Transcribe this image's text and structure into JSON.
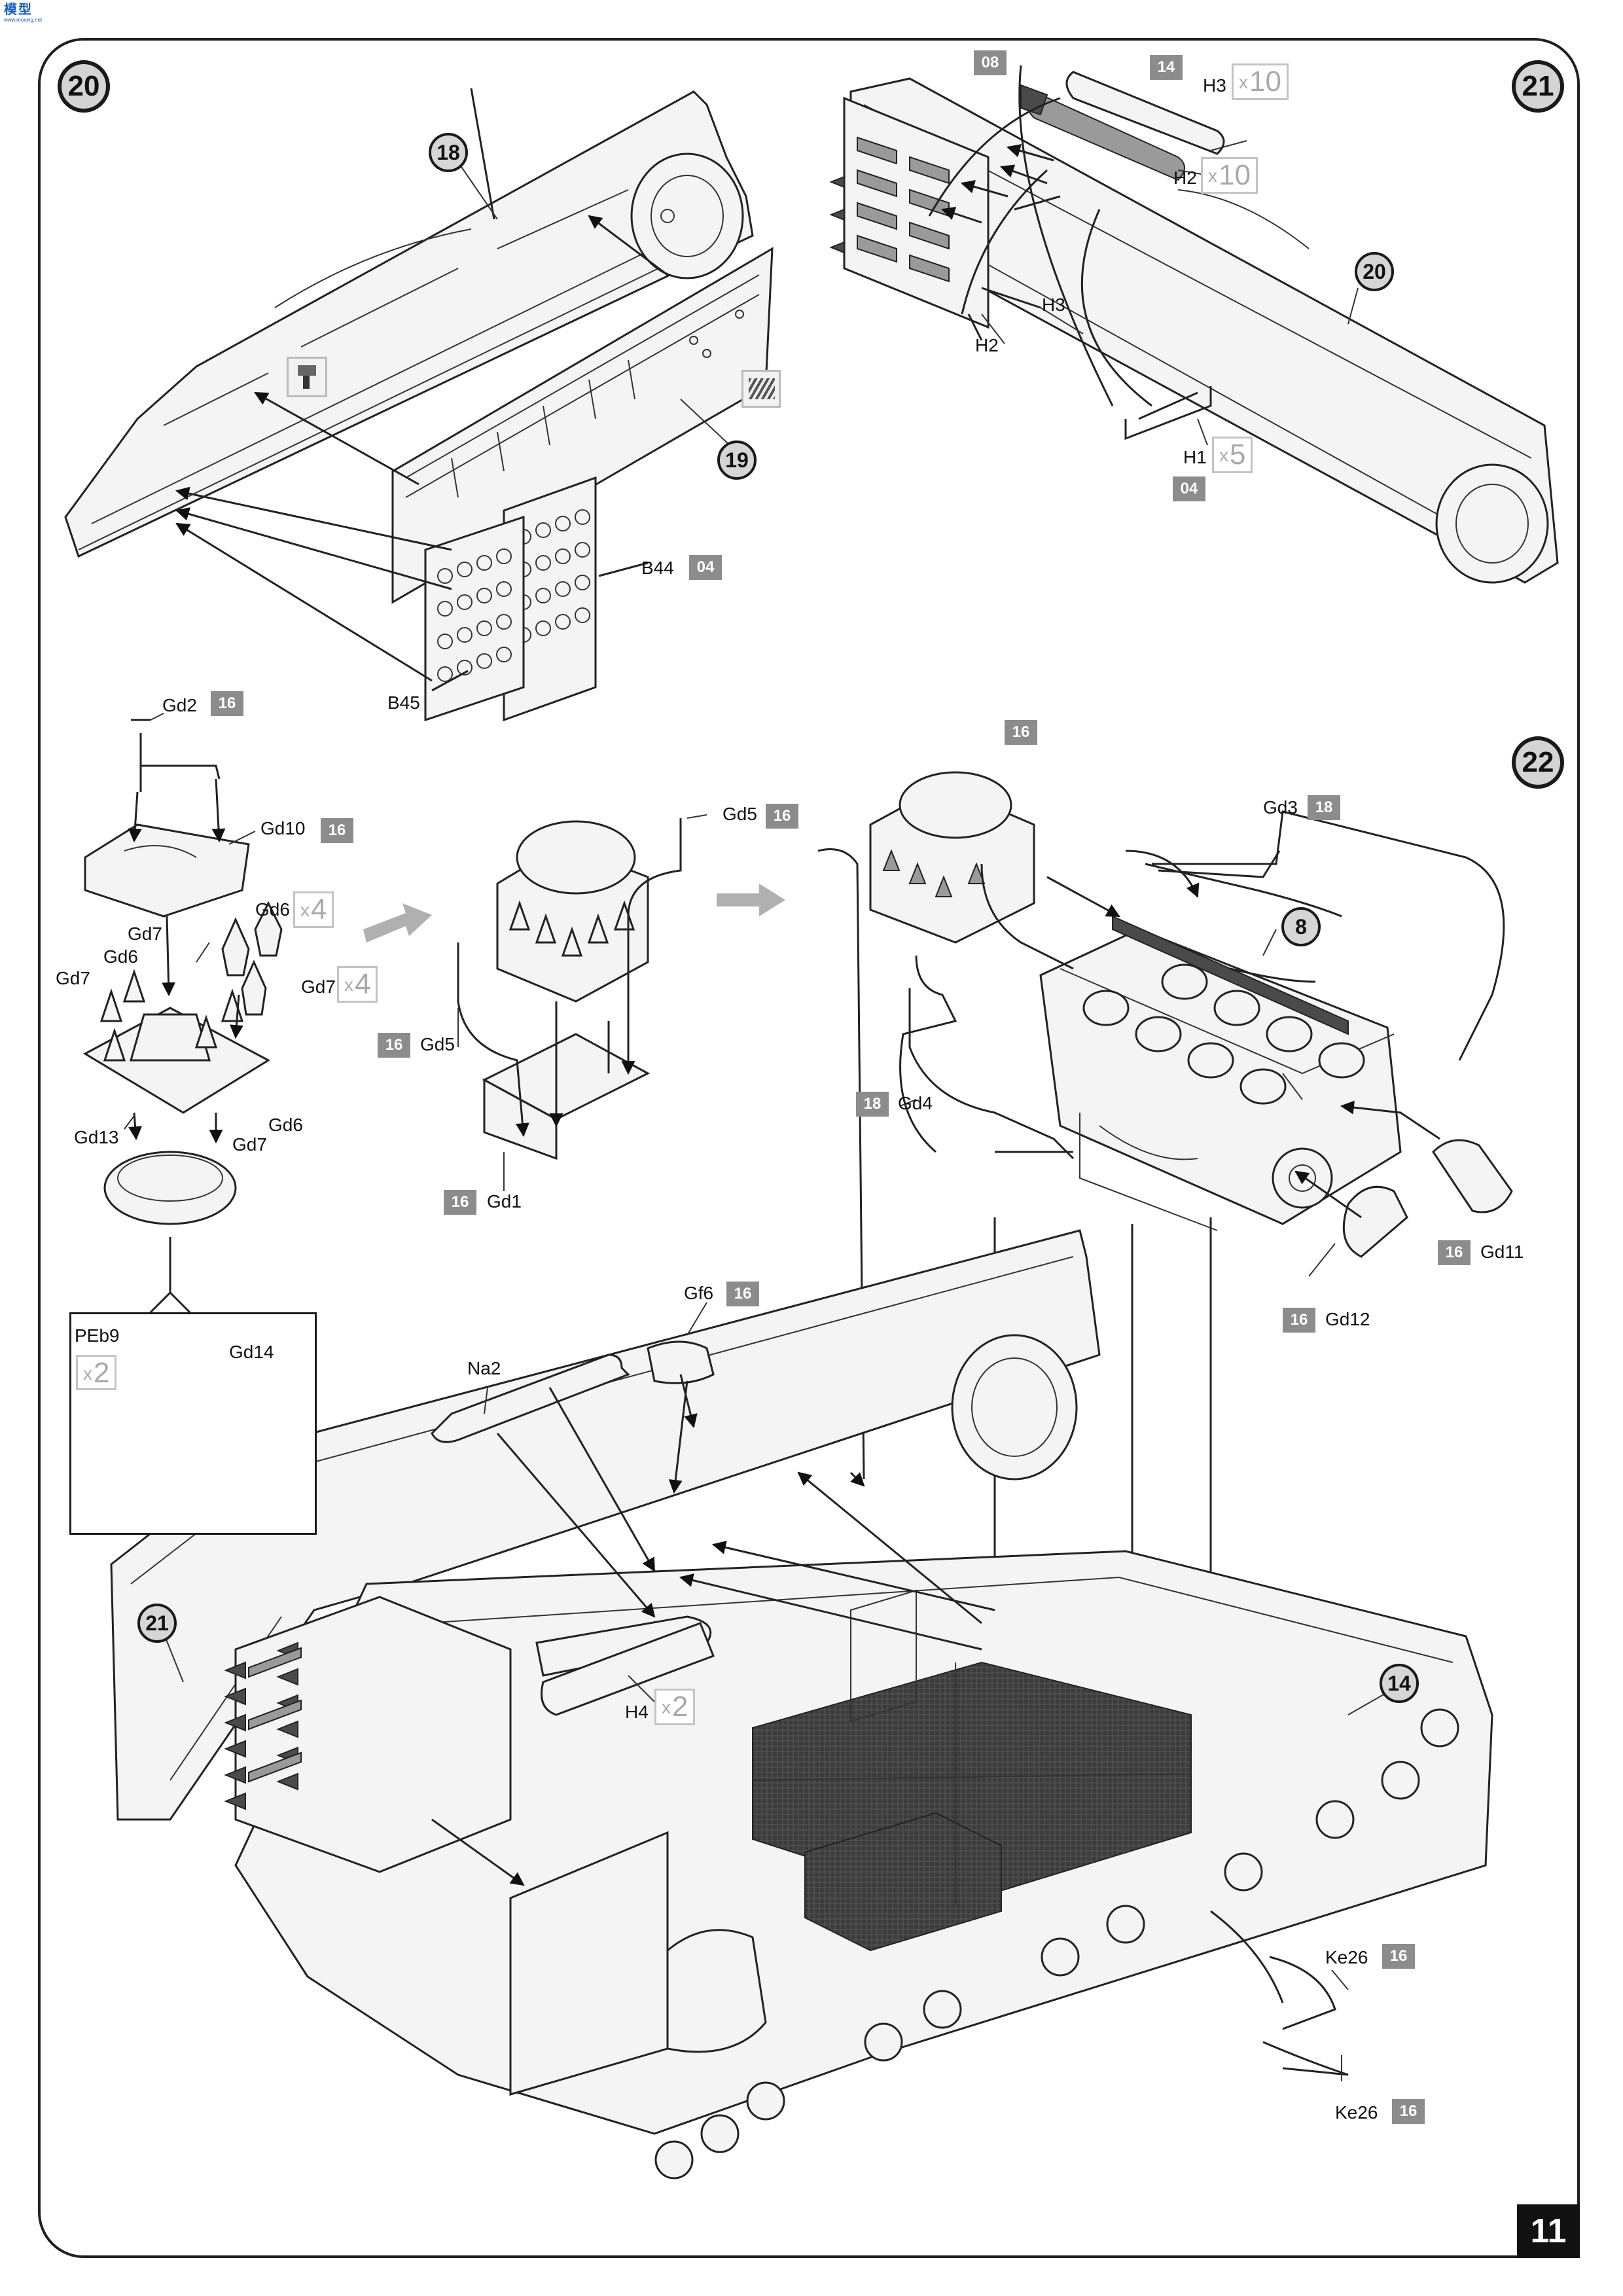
{
  "page": {
    "number": "11"
  },
  "logo": {
    "text": "模型",
    "subtitle": "www.moxing.net"
  },
  "steps": {
    "s20": "20",
    "s21": "21",
    "s22": "22"
  },
  "refs": {
    "r18": "18",
    "r19": "19",
    "r20": "20",
    "r8": "8",
    "r21": "21",
    "r14": "14"
  },
  "parts": {
    "H3": "H3",
    "H2": "H2",
    "H3b": "H3",
    "H2b": "H2",
    "H1": "H1",
    "B44": "B44",
    "B45": "B45",
    "Gd2": "Gd2",
    "Gd10": "Gd10",
    "Gd6": "Gd6",
    "Gd7": "Gd7",
    "Gd7b": "Gd7",
    "Gd6b": "Gd6",
    "Gd7c": "Gd7",
    "Gd6c": "Gd6",
    "Gd7d": "Gd7",
    "Gd13": "Gd13",
    "Gd5": "Gd5",
    "Gd5b": "Gd5",
    "Gd1": "Gd1",
    "Gd3": "Gd3",
    "Gd4": "Gd4",
    "Gd11": "Gd11",
    "Gd12": "Gd12",
    "PEb9": "PEb9",
    "Gd14": "Gd14",
    "Gf6": "Gf6",
    "Na2": "Na2",
    "H4": "H4",
    "Ke26": "Ke26",
    "Ke26b": "Ke26"
  },
  "colors": {
    "c08": "08",
    "c14": "14",
    "c04a": "04",
    "c04b": "04",
    "cGd2": "16",
    "cGd10": "16",
    "cGd5": "16",
    "cGd5b": "16",
    "cGd1": "16",
    "cTop": "16",
    "cGd3": "18",
    "cGd4": "18",
    "cGd11": "16",
    "cGd12": "16",
    "cGf6": "16",
    "cKe26": "16",
    "cKe26b": "16"
  },
  "quantities": {
    "qH3": "10",
    "qH2": "10",
    "qH1": "5",
    "qGd6": "4",
    "qGd7": "4",
    "qPEb9": "2",
    "qH4": "2",
    "mult": "x"
  },
  "icons": [
    "paint-roller-icon",
    "photo-etch-icon",
    "assembly-arrow-icon"
  ]
}
